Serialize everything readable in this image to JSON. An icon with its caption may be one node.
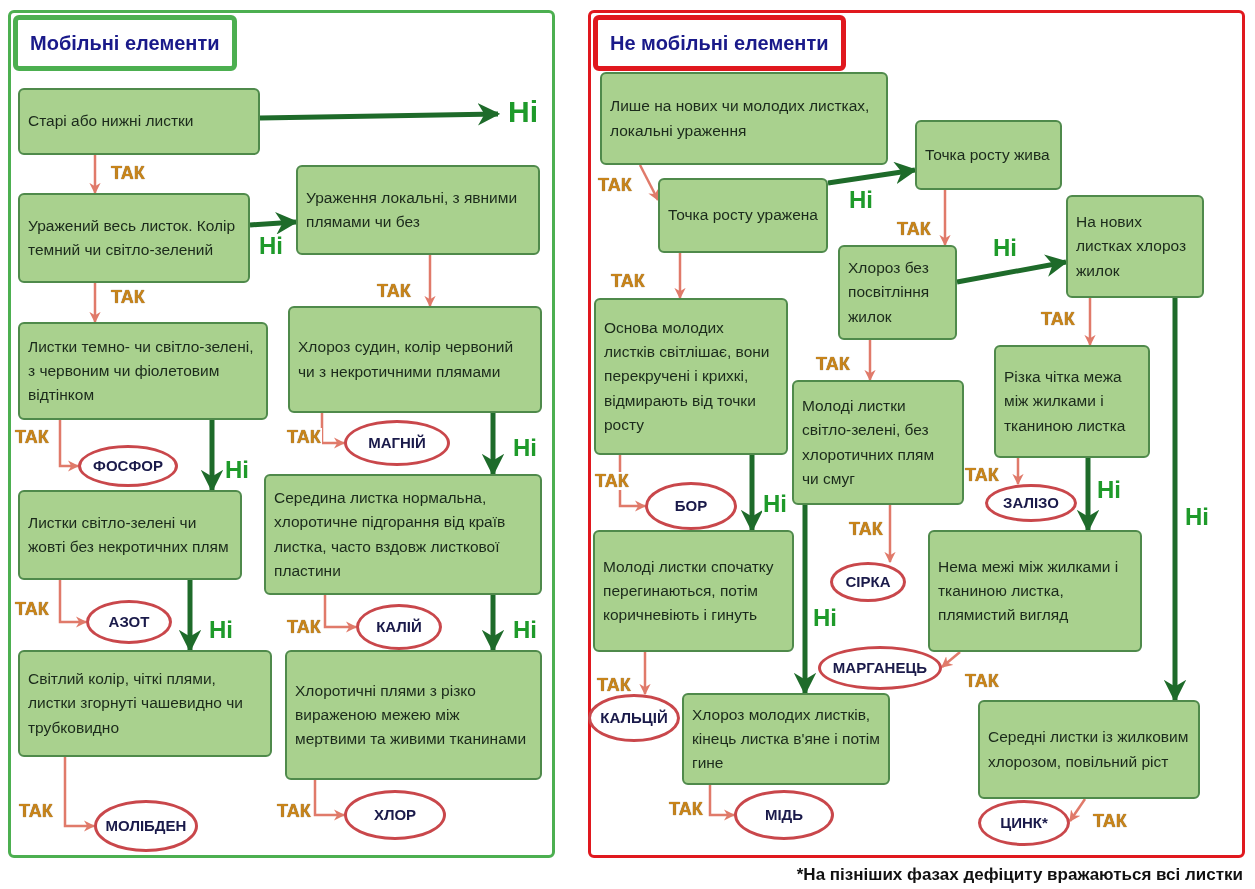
{
  "diagram": {
    "nodes": [
      {
        "text": [
          "Мобільні елементи"
        ]
      },
      {
        "text": [
          "Не мобільні елементи"
        ]
      },
      {
        "text": [
          "Старі або нижні листки"
        ],
        "in": 0
      },
      {
        "text": [
          "Ні"
        ],
        "in": 0
      },
      {
        "text": [
          "Уражений весь листок. Колір темний чи світло-зелений"
        ],
        "in": 0
      },
      {
        "text": [
          "Ураження локальні, з явними плямами чи без"
        ],
        "in": 0
      },
      {
        "text": [
          "Листки темно- чи світло-зелені, з червоним чи фіолетовим відтінком"
        ],
        "in": 0
      },
      {
        "text": [
          "Хлороз судин, колір червоний чи з некротичними плямами"
        ],
        "in": 0
      },
      {
        "text": [
          "ФОСФОР"
        ],
        "in": 0
      },
      {
        "text": [
          "МАГНІЙ"
        ],
        "in": 0
      },
      {
        "text": [
          "Листки світло-зелені чи жовті без некротичних плям"
        ],
        "in": 0
      },
      {
        "text": [
          "Середина листка нормальна, хлоротичне підгорання від країв листка, часто вздовж листкової пластини"
        ],
        "in": 0
      },
      {
        "text": [
          "АЗОТ"
        ],
        "in": 0
      },
      {
        "text": [
          "КАЛІЙ"
        ],
        "in": 0
      },
      {
        "text": [
          "Світлий колір, чіткі плями, листки згорнуті чашевидно чи трубковидно"
        ],
        "in": 0
      },
      {
        "text": [
          "Хлоротичні плями з різко вираженою межею між мертвими та живими тканинами"
        ],
        "in": 0
      },
      {
        "text": [
          "МОЛІБДЕН"
        ],
        "in": 0
      },
      {
        "text": [
          "ХЛОР"
        ],
        "in": 0
      },
      {
        "text": [
          "Лише на нових чи молодих листках, локальні ураження"
        ],
        "in": 1
      },
      {
        "text": [
          "Точка росту жива"
        ],
        "in": 1
      },
      {
        "text": [
          "Точка росту уражена"
        ],
        "in": 1
      },
      {
        "text": [
          "На нових листках хлороз жилок"
        ],
        "in": 1
      },
      {
        "text": [
          "Хлороз без посвітління жилок"
        ],
        "in": 1
      },
      {
        "text": [
          "Основа молодих листків світлішає, вони перекручені і крихкі, відмирають від точки росту"
        ],
        "in": 1
      },
      {
        "text": [
          "Молоді листки світло-зелені, без хлоротичних плям чи смуг"
        ],
        "in": 1
      },
      {
        "text": [
          "Різка чітка межа між жилками і тканиною листка"
        ],
        "in": 1
      },
      {
        "text": [
          "БОР"
        ],
        "in": 1
      },
      {
        "text": [
          "СІРКА"
        ],
        "in": 1
      },
      {
        "text": [
          "ЗАЛІЗО"
        ],
        "in": 1
      },
      {
        "text": [
          "Молоді листки спочатку перегинаються, потім коричневіють і гинуть"
        ],
        "in": 1
      },
      {
        "text": [
          "Нема межі між жилками і тканиною листка, плямистий вигляд"
        ],
        "in": 1
      },
      {
        "text": [
          "МАРГАНЕЦЬ"
        ],
        "in": 1
      },
      {
        "text": [
          "КАЛЬЦІЙ"
        ],
        "in": 1
      },
      {
        "text": [
          "Хлороз молодих листків, кінець листка в'яне і потім гине"
        ],
        "in": 1
      },
      {
        "text": [
          "Середні листки із жилковим хлорозом, повільний ріст"
        ],
        "in": 1
      },
      {
        "text": [
          "МІДЬ"
        ],
        "in": 1
      },
      {
        "text": [
          "ЦИНК*"
        ],
        "in": 1
      }
    ],
    "edges": [
      {
        "from": 2,
        "to": 3,
        "arrow": "to",
        "style": "thick",
        "color": "#1e6b2a"
      },
      {
        "from": 2,
        "to": 4,
        "arrow": "to",
        "label": "ТАК"
      },
      {
        "from": 4,
        "to": 5,
        "arrow": "to",
        "label": "Ні",
        "style": "thick",
        "color": "#1e6b2a"
      },
      {
        "from": 4,
        "to": 6,
        "arrow": "to",
        "label": "ТАК"
      },
      {
        "from": 5,
        "to": 7,
        "arrow": "to",
        "label": "ТАК"
      },
      {
        "from": 6,
        "to": 8,
        "arrow": "to",
        "label": "ТАК"
      },
      {
        "from": 6,
        "to": 10,
        "arrow": "to",
        "label": "Ні",
        "style": "thick",
        "color": "#1e6b2a"
      },
      {
        "from": 7,
        "to": 9,
        "arrow": "to",
        "label": "ТАК"
      },
      {
        "from": 7,
        "to": 11,
        "arrow": "to",
        "label": "Ні",
        "style": "thick",
        "color": "#1e6b2a"
      },
      {
        "from": 10,
        "to": 12,
        "arrow": "to",
        "label": "ТАК"
      },
      {
        "from": 10,
        "to": 14,
        "arrow": "to",
        "label": "Ні",
        "style": "thick",
        "color": "#1e6b2a"
      },
      {
        "from": 11,
        "to": 13,
        "arrow": "to",
        "label": "ТАК"
      },
      {
        "from": 11,
        "to": 15,
        "arrow": "to",
        "label": "Ні",
        "style": "thick",
        "color": "#1e6b2a"
      },
      {
        "from": 14,
        "to": 16,
        "arrow": "to",
        "label": "ТАК"
      },
      {
        "from": 15,
        "to": 17,
        "arrow": "to",
        "label": "ТАК"
      },
      {
        "from": 18,
        "to": 20,
        "arrow": "to",
        "label": "ТАК"
      },
      {
        "from": 20,
        "to": 19,
        "arrow": "to",
        "label": "Ні",
        "style": "thick",
        "color": "#1e6b2a"
      },
      {
        "from": 20,
        "to": 23,
        "arrow": "to",
        "label": "ТАК"
      },
      {
        "from": 19,
        "to": 22,
        "arrow": "to",
        "label": "ТАК"
      },
      {
        "from": 22,
        "to": 21,
        "arrow": "to",
        "label": "Ні",
        "style": "thick",
        "color": "#1e6b2a"
      },
      {
        "from": 22,
        "to": 24,
        "arrow": "to",
        "label": "ТАК"
      },
      {
        "from": 21,
        "to": 25,
        "arrow": "to",
        "label": "ТАК"
      },
      {
        "from": 21,
        "to": 34,
        "arrow": "to",
        "label": "Ні",
        "style": "thick",
        "color": "#1e6b2a"
      },
      {
        "from": 23,
        "to": 26,
        "arrow": "to",
        "label": "ТАК"
      },
      {
        "from": 23,
        "to": 29,
        "arrow": "to",
        "label": "Ні",
        "style": "thick",
        "color": "#1e6b2a"
      },
      {
        "from": 24,
        "to": 27,
        "arrow": "to",
        "label": "ТАК"
      },
      {
        "from": 24,
        "to": 33,
        "arrow": "to",
        "label": "Ні",
        "style": "thick",
        "color": "#1e6b2a"
      },
      {
        "from": 25,
        "to": 28,
        "arrow": "to",
        "label": "ТАК"
      },
      {
        "from": 25,
        "to": 30,
        "arrow": "to",
        "label": "Ні",
        "style": "thick",
        "color": "#1e6b2a"
      },
      {
        "from": 30,
        "to": 31,
        "arrow": "to",
        "label": "ТАК"
      },
      {
        "from": 29,
        "to": 32,
        "arrow": "to",
        "label": "ТАК"
      },
      {
        "from": 33,
        "to": 35,
        "arrow": "to",
        "label": "ТАК"
      },
      {
        "from": 34,
        "to": 36,
        "arrow": "to",
        "label": "ТАК"
      }
    ],
    "labels": [
      "*На пізніших фазах дефіциту вражаються всі листки"
    ]
  }
}
